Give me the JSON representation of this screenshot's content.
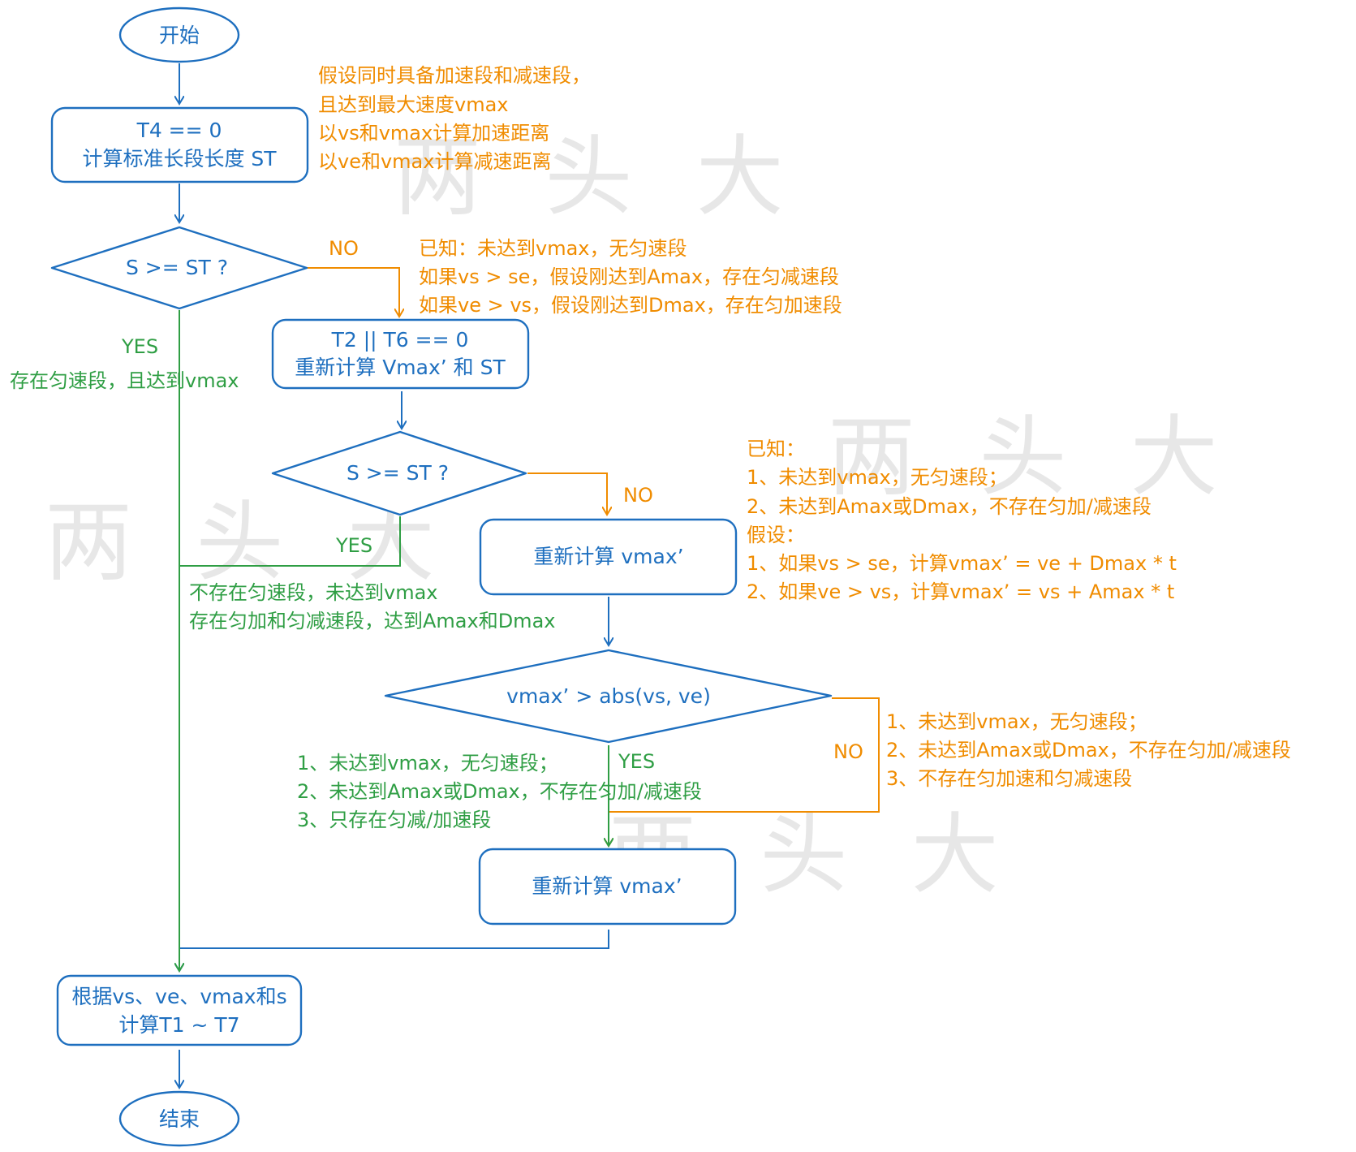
{
  "watermark": "两 头 大",
  "nodes": {
    "start": "开始",
    "t4_line1": "T4 == 0",
    "t4_line2": "计算标准长段长度 ST",
    "decision1": "S >= ST ?",
    "t2t6_line1": "T2 || T6 == 0",
    "t2t6_line2": "重新计算 Vmax’ 和 ST",
    "decision2": "S >= ST ?",
    "recalc1": "重新计算 vmax’",
    "decision3": "vmax’ > abs(vs, ve)",
    "recalc2": "重新计算 vmax’",
    "final_line1": "根据vs、ve、vmax和s",
    "final_line2": "计算T1 ~ T7",
    "end": "结束"
  },
  "labels": {
    "no1": "NO",
    "yes1": "YES",
    "no2": "NO",
    "yes2": "YES",
    "no3": "NO",
    "yes3": "YES"
  },
  "notes": {
    "assume": [
      "假设同时具备加速段和减速段，",
      "且达到最大速度vmax",
      "以vs和vmax计算加速距离",
      "以ve和vmax计算减速距离"
    ],
    "known1": [
      "已知：未达到vmax，无匀速段",
      "如果vs > se，假设刚达到Amax，存在匀减速段",
      "如果ve > vs，假设刚达到Dmax，存在匀加速段"
    ],
    "yes1_note": [
      "存在匀速段，且达到vmax"
    ],
    "yes2_note": [
      "不存在匀速段，未达到vmax",
      "存在匀加和匀减速段，达到Amax和Dmax"
    ],
    "known2": [
      "已知：",
      "1、未达到vmax，无匀速段；",
      "2、未达到Amax或Dmax，不存在匀加/减速段",
      "假设：",
      "1、如果vs > se，计算vmax’ = ve + Dmax * t",
      "2、如果ve > vs，计算vmax’ = vs + Amax * t"
    ],
    "yes3_note": [
      "1、未达到vmax，无匀速段；",
      "2、未达到Amax或Dmax，不存在匀加/减速段",
      "3、只存在匀减/加速段"
    ],
    "no3_note": [
      "1、未达到vmax，无匀速段；",
      "2、未达到Amax或Dmax，不存在匀加/减速段",
      "3、不存在匀加速和匀减速段"
    ]
  },
  "colors": {
    "node": "#1e6fbf",
    "no_branch": "#f08c00",
    "yes_branch": "#2f9e44",
    "watermark": "#d4d4d4"
  }
}
